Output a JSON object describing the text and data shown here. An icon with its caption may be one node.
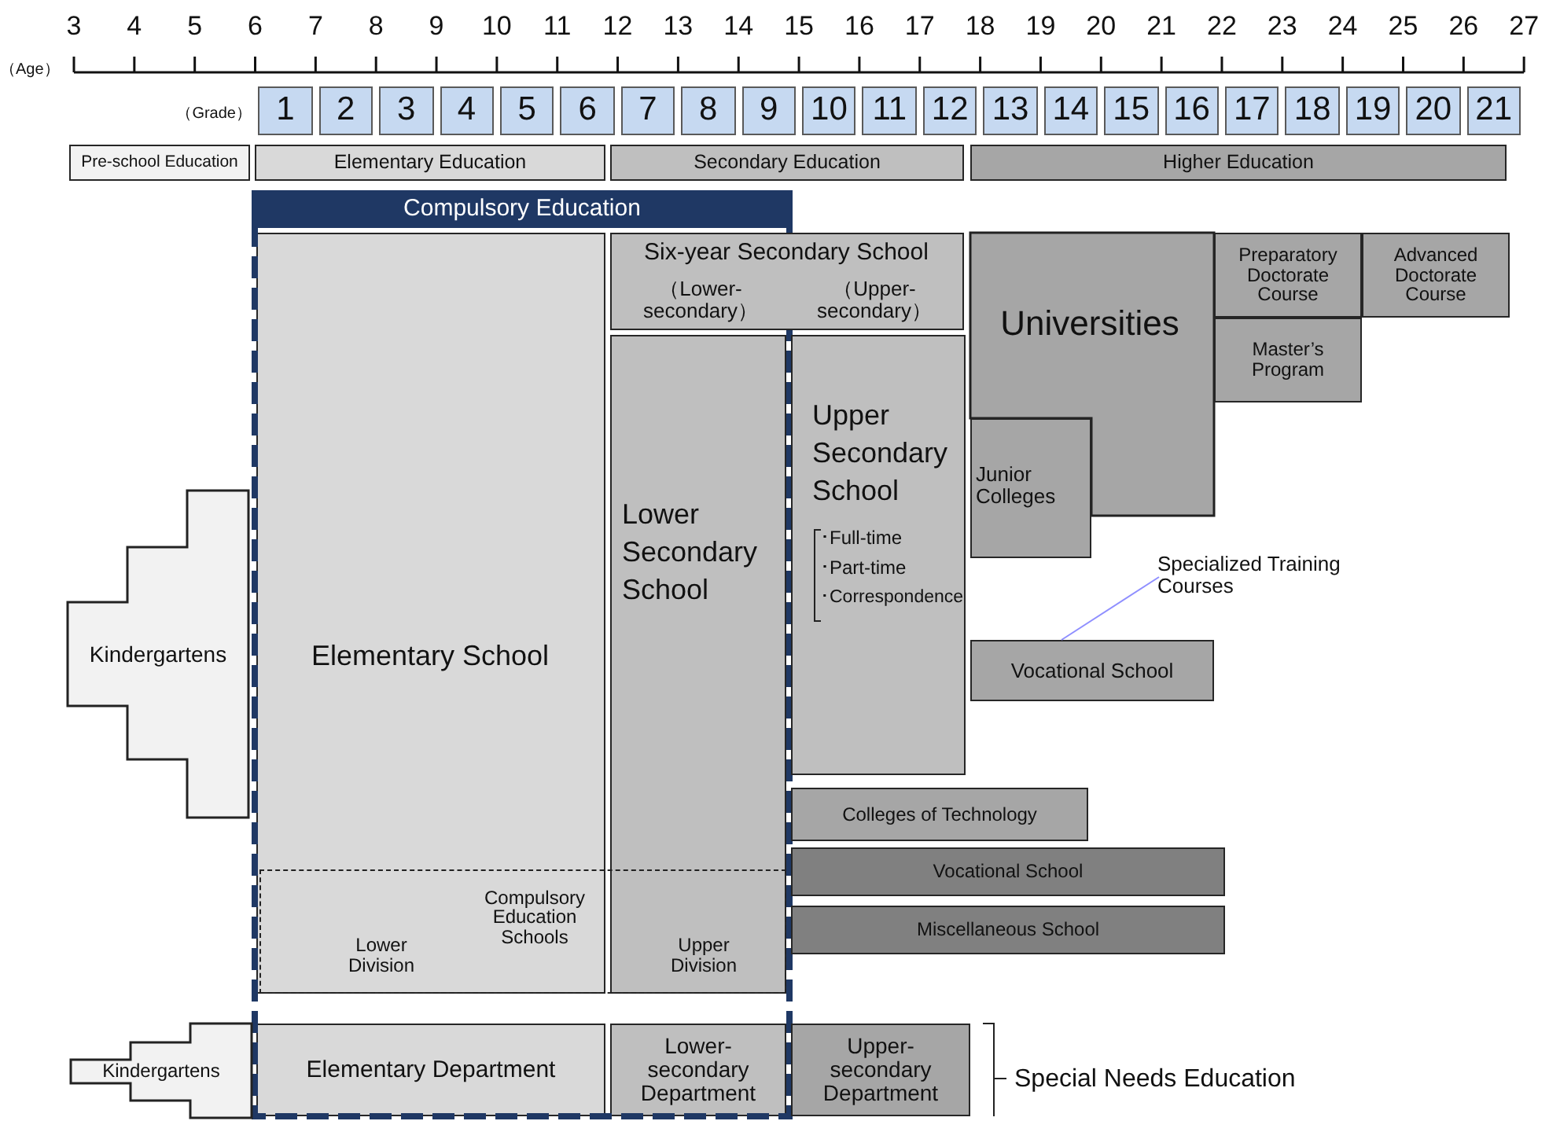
{
  "diagram": {
    "nodes": [
      {
        "text": [
          "1"
        ]
      },
      {
        "text": [
          "2"
        ]
      },
      {
        "text": [
          "3"
        ]
      },
      {
        "text": [
          "4"
        ]
      },
      {
        "text": [
          "5"
        ]
      },
      {
        "text": [
          "6"
        ]
      },
      {
        "text": [
          "7"
        ]
      },
      {
        "text": [
          "8"
        ]
      },
      {
        "text": [
          "9"
        ]
      },
      {
        "text": [
          "10"
        ]
      },
      {
        "text": [
          "11"
        ]
      },
      {
        "text": [
          "12"
        ]
      },
      {
        "text": [
          "13"
        ]
      },
      {
        "text": [
          "14"
        ]
      },
      {
        "text": [
          "15"
        ]
      },
      {
        "text": [
          "16"
        ]
      },
      {
        "text": [
          "17"
        ]
      },
      {
        "text": [
          "18"
        ]
      },
      {
        "text": [
          "19"
        ]
      },
      {
        "text": [
          "20"
        ]
      },
      {
        "text": [
          "21"
        ]
      },
      {
        "text": [
          "Pre-school Education"
        ]
      },
      {
        "text": [
          "Elementary Education"
        ]
      },
      {
        "text": [
          "Secondary Education"
        ]
      },
      {
        "text": [
          "Higher Education"
        ]
      },
      {
        "text": [
          "Compulsory Education"
        ]
      },
      {
        "text": [
          "Six-year Secondary School",
          "（Lower- secondary）",
          "（Upper- secondary）"
        ]
      },
      {
        "text": [
          "Universities"
        ]
      },
      {
        "text": [
          "Preparatory Doctorate Course"
        ]
      },
      {
        "text": [
          "Advanced Doctorate Course"
        ]
      },
      {
        "text": [
          "Master’s Program"
        ]
      },
      {
        "text": [
          "Elementary School"
        ],
        "in": 25
      },
      {
        "text": [
          "Lower Secondary School"
        ],
        "in": 25
      },
      {
        "text": [
          "Upper Secondary School",
          "･Full-time",
          "･Part-time",
          "･Correspondence"
        ]
      },
      {
        "text": [
          "Junior Colleges"
        ]
      },
      {
        "text": [
          "Kindergartens"
        ]
      },
      {
        "text": [
          "Specialized Training Courses"
        ]
      },
      {
        "text": [
          "Vocational School"
        ]
      },
      {
        "text": [
          "Colleges of Technology"
        ]
      },
      {
        "text": [
          "Vocational School"
        ]
      },
      {
        "text": [
          "Miscellaneous School"
        ]
      },
      {
        "text": [
          "Compulsory Education Schools",
          "Lower Division",
          "Upper Division"
        ],
        "in": 25
      },
      {
        "text": [
          "Kindergartens"
        ]
      },
      {
        "text": [
          "Elementary Department"
        ],
        "in": 25
      },
      {
        "text": [
          "Lower- secondary Department"
        ],
        "in": 25
      },
      {
        "text": [
          "Upper- secondary Department"
        ]
      }
    ],
    "edges": [
      {
        "from": 36,
        "to": 37,
        "arrow": "none"
      }
    ],
    "labels": [
      "3",
      "4",
      "5",
      "6",
      "7",
      "8",
      "9",
      "10",
      "11",
      "12",
      "13",
      "14",
      "15",
      "16",
      "17",
      "18",
      "19",
      "20",
      "21",
      "22",
      "23",
      "24",
      "25",
      "26",
      "27",
      "（Age）",
      "（Grade）",
      "Special Needs Education"
    ]
  }
}
